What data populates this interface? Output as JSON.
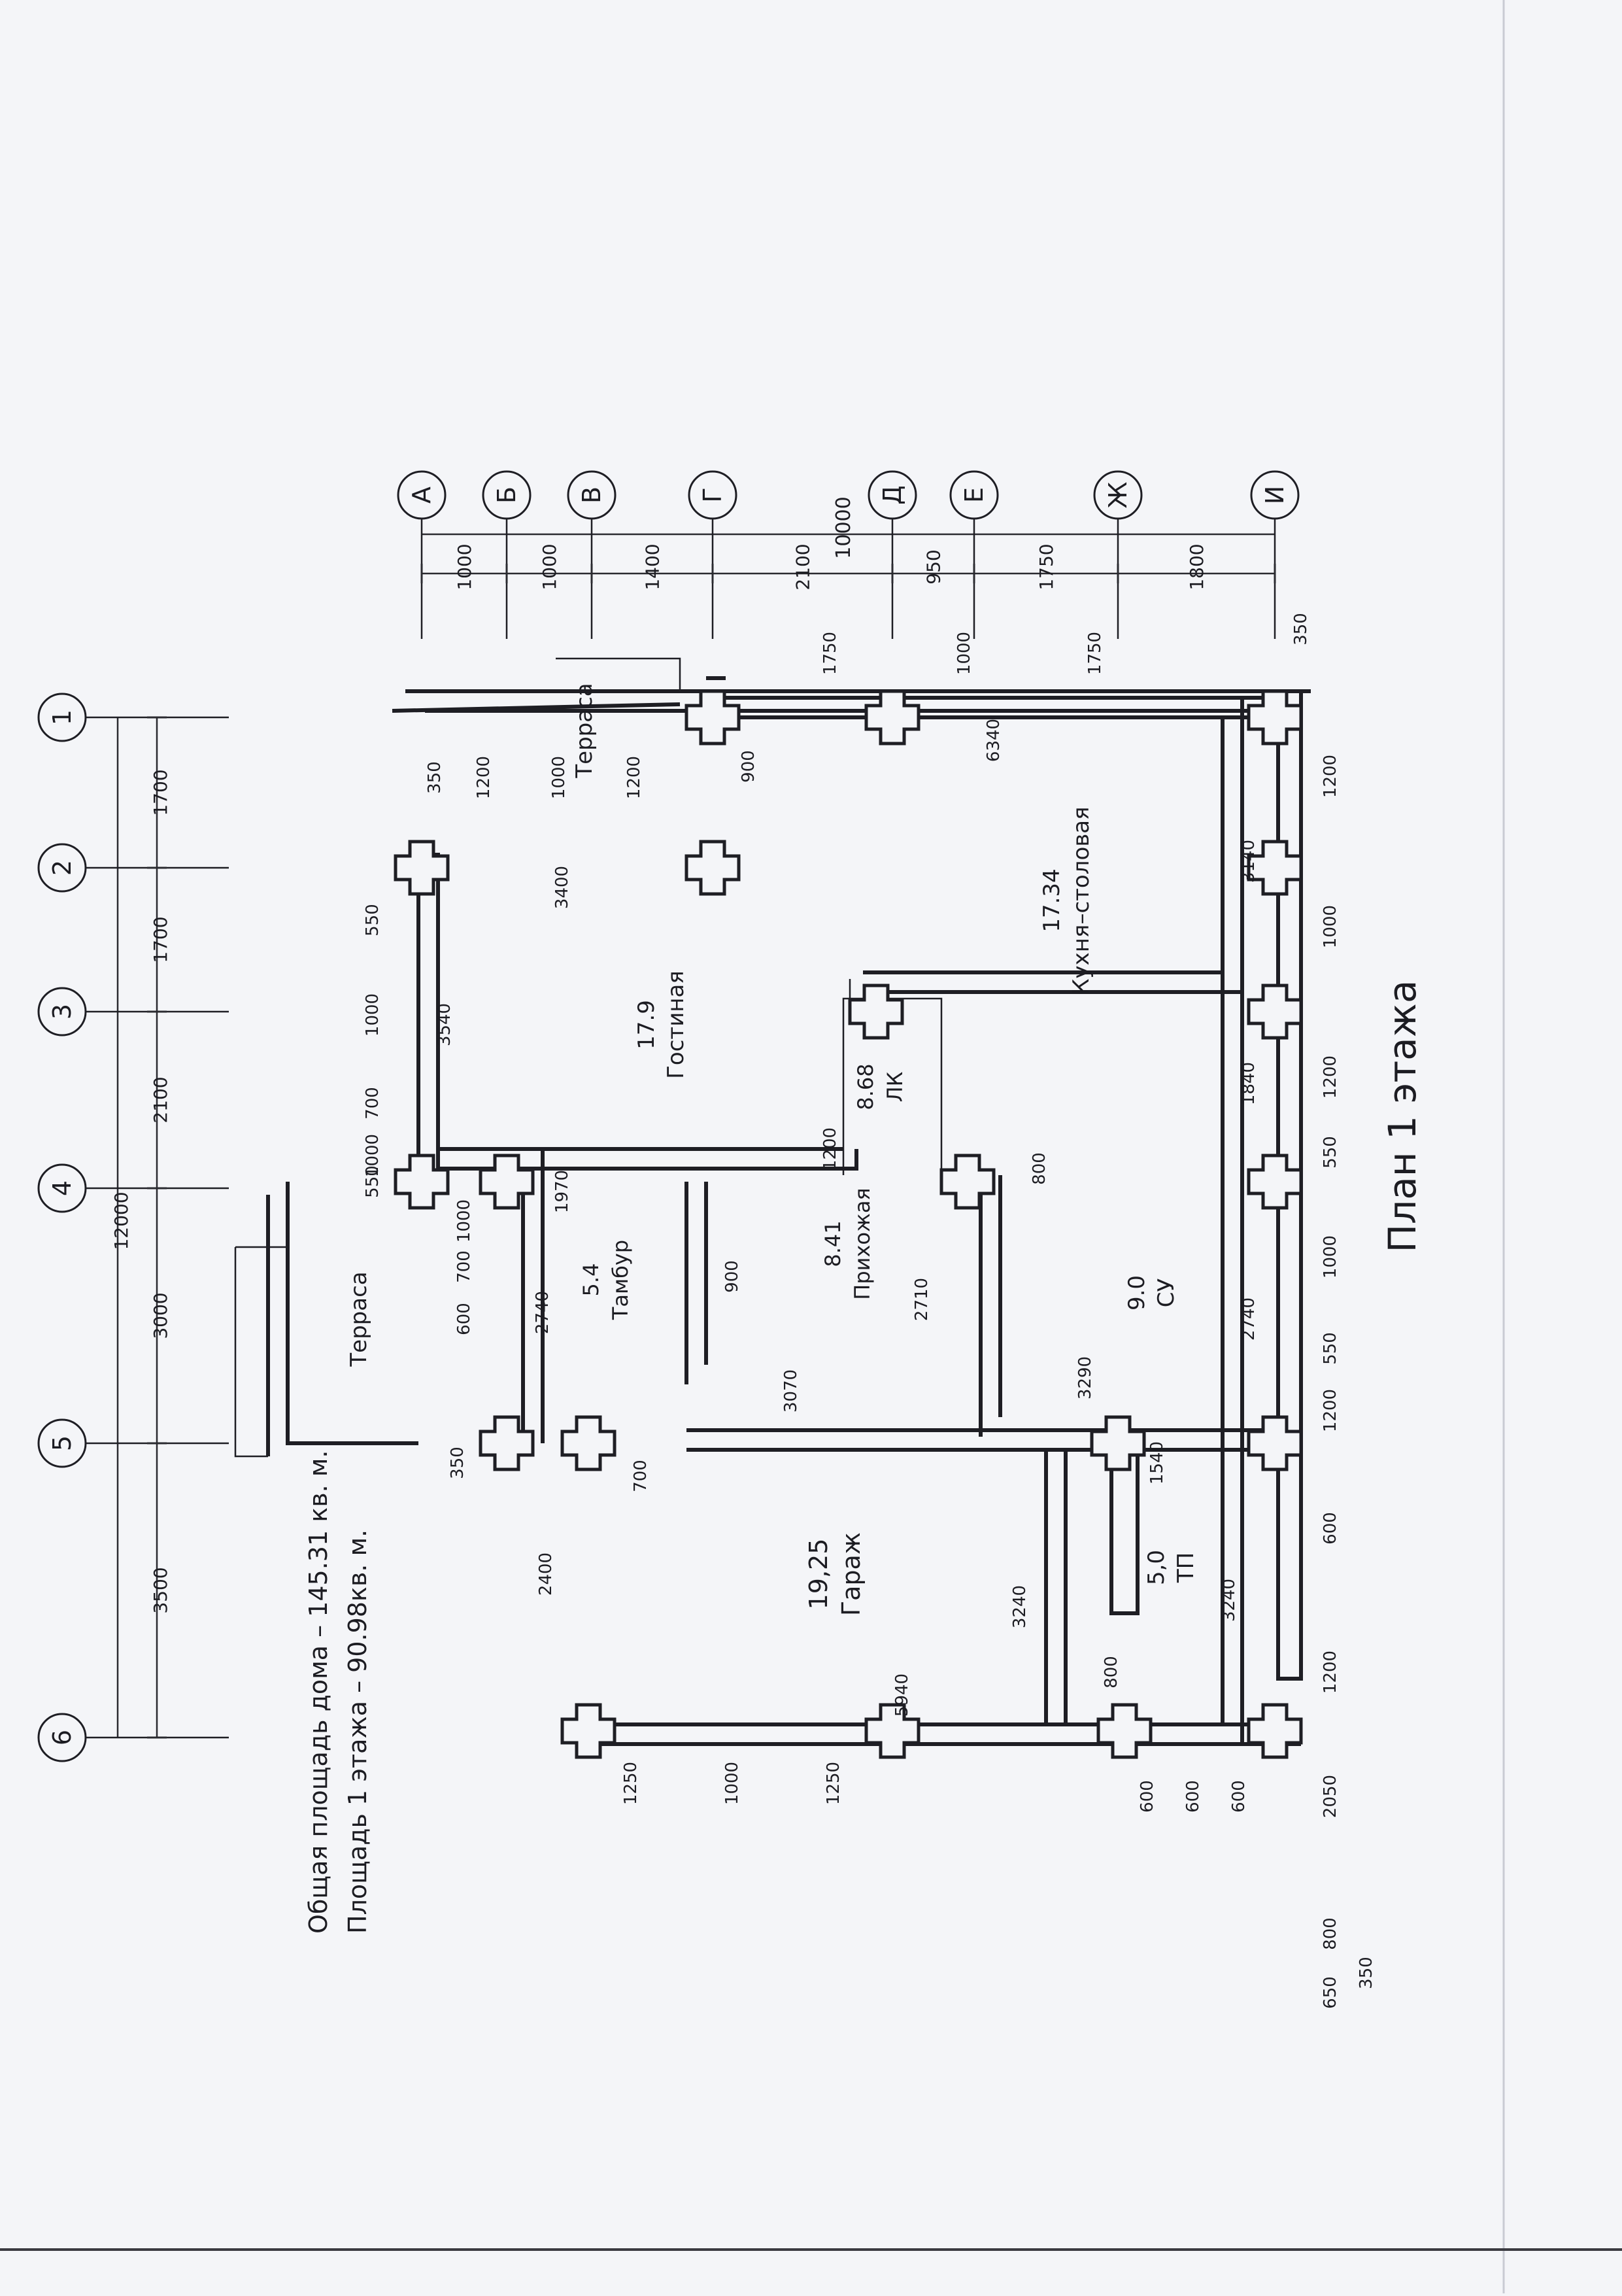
{
  "title": "План 1 этажа",
  "axes_letters": [
    "А",
    "Б",
    "В",
    "Г",
    "Д",
    "Е",
    "Ж",
    "И"
  ],
  "axes_numbers": [
    "1",
    "2",
    "3",
    "4",
    "5",
    "6"
  ],
  "top_dims": {
    "total": "10000",
    "segments": [
      "1000",
      "1000",
      "1400",
      "2100",
      "950",
      "1750",
      "1800"
    ]
  },
  "left_dims": {
    "total": "12000",
    "segments": [
      "1700",
      "1700",
      "2100",
      "3000",
      "3500"
    ]
  },
  "inner_dims": [
    "1750",
    "1000",
    "1750",
    "350",
    "6340",
    "900",
    "1200",
    "1000",
    "1200",
    "350",
    "3400",
    "550",
    "1000",
    "700",
    "1000",
    "550",
    "3540",
    "3140",
    "1200",
    "800",
    "1840",
    "1970",
    "900",
    "2710",
    "2740",
    "1000",
    "700",
    "600",
    "3070",
    "3290",
    "2740",
    "1540",
    "350",
    "700",
    "2400",
    "3240",
    "3240",
    "800",
    "5940",
    "1250",
    "1000",
    "1250",
    "600",
    "600",
    "600",
    "1200",
    "1000",
    "1200",
    "550",
    "1000",
    "550",
    "1200",
    "600",
    "1200",
    "2050",
    "800",
    "650",
    "350"
  ],
  "rooms": {
    "kitchen": {
      "name": "Кухня–столовая",
      "area": "17.34"
    },
    "living": {
      "name": "Гостиная",
      "area": "17.9"
    },
    "stair": {
      "name": "ЛК",
      "area": "8.68"
    },
    "hall": {
      "name": "Прихожая",
      "area": "8.41"
    },
    "bath": {
      "name": "СУ",
      "area": "9.0"
    },
    "vestibule": {
      "name": "Тамбур",
      "area": "5.4"
    },
    "garage": {
      "name": "Гараж",
      "area": "19,25"
    },
    "boiler": {
      "name": "ТП",
      "area": "5,0"
    },
    "terrace_top": "Терраса",
    "terrace_left": "Терраса"
  },
  "notes": {
    "area_floor": "Площадь 1 этажа   –  90.98кв. м.",
    "area_total": "Общая площадь дома   –  145.31 кв. м."
  }
}
